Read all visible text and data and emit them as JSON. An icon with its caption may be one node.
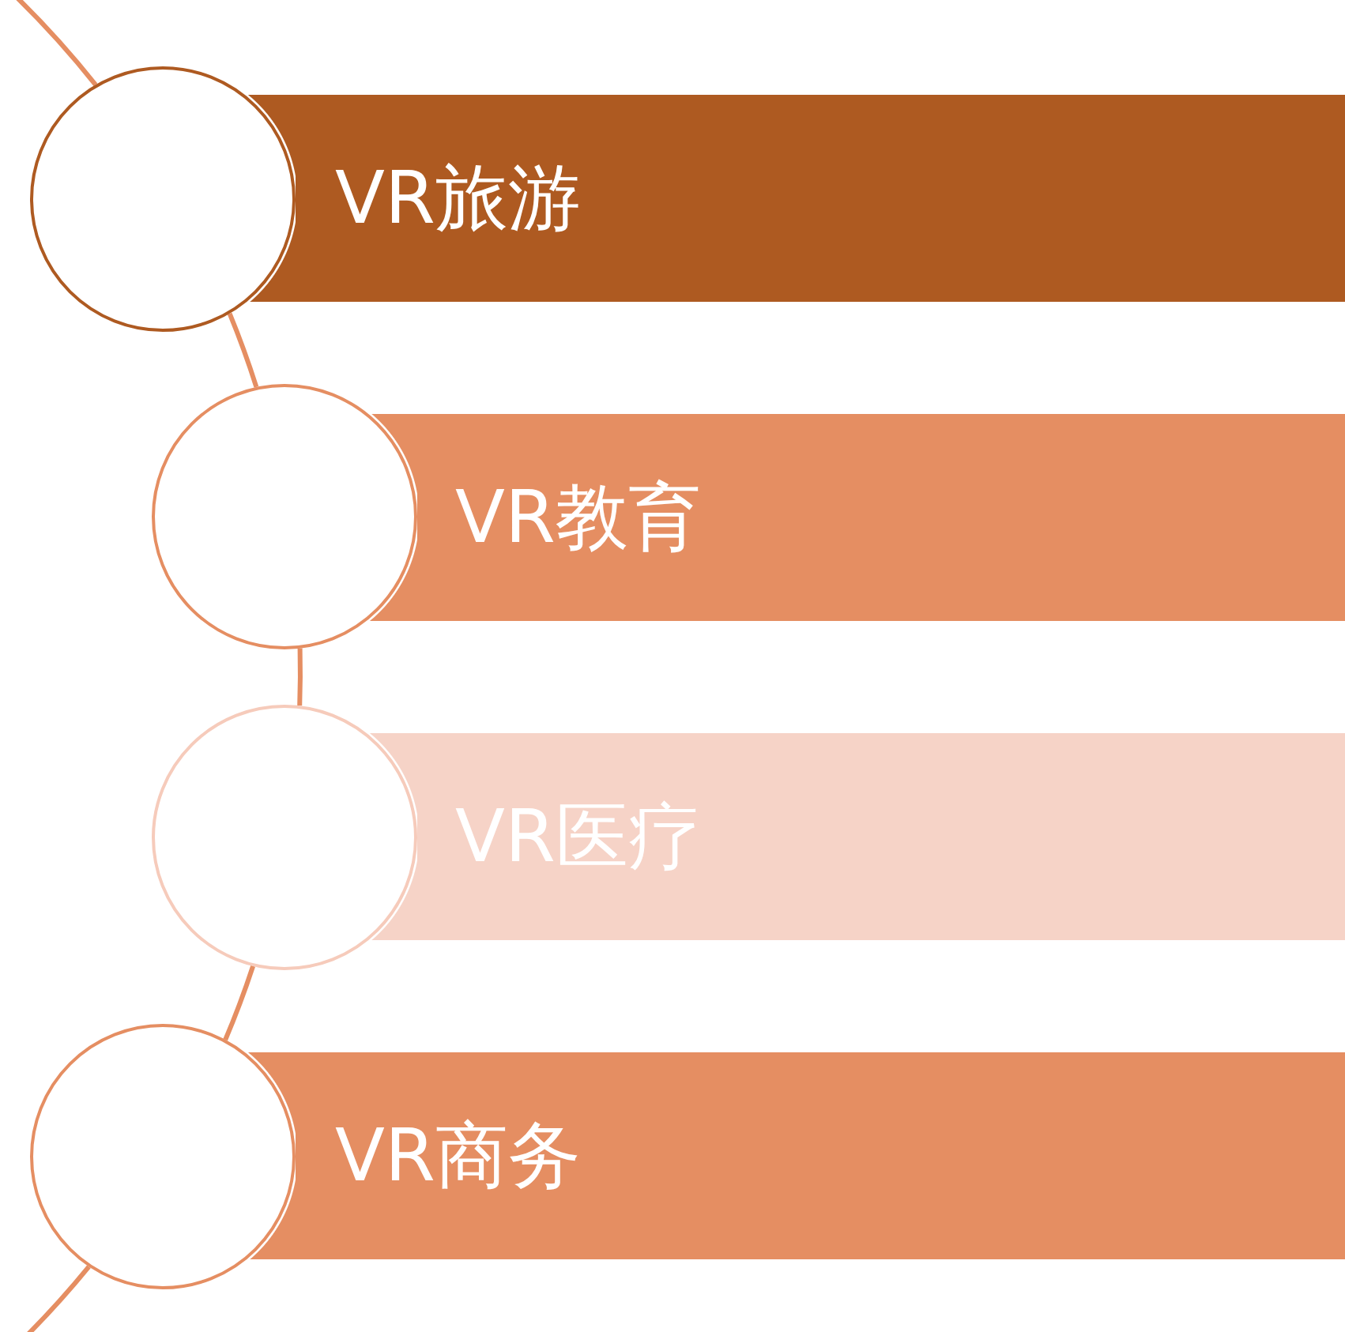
{
  "diagram": {
    "nodes": [
      {
        "text": [],
        "shape": "circle"
      },
      {
        "text": [
          "VR旅游"
        ]
      },
      {
        "text": [],
        "shape": "circle"
      },
      {
        "text": [
          "VR教育"
        ]
      },
      {
        "text": [],
        "shape": "circle"
      },
      {
        "text": [
          "VR医疗"
        ]
      },
      {
        "text": [],
        "shape": "circle"
      },
      {
        "text": [
          "VR商务"
        ]
      }
    ],
    "edges": [
      {
        "from": null,
        "to": 0,
        "arrow": "none"
      },
      {
        "from": 0,
        "to": 2,
        "arrow": "none"
      },
      {
        "from": 2,
        "to": 4,
        "arrow": "none"
      },
      {
        "from": 4,
        "to": 6,
        "arrow": "none"
      },
      {
        "from": 6,
        "to": null,
        "arrow": "none"
      }
    ]
  }
}
